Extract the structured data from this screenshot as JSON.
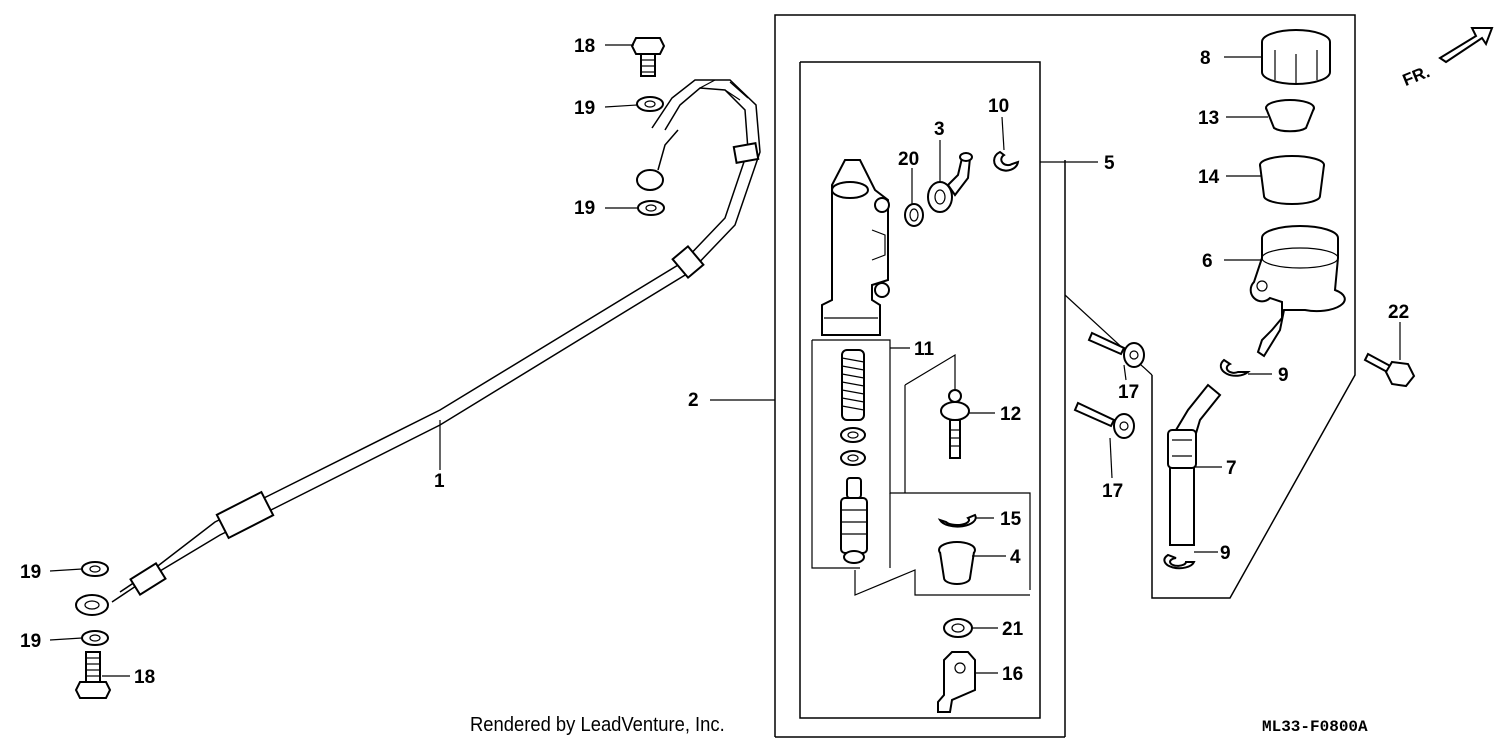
{
  "diagram": {
    "direction_label": "FR.",
    "footer": {
      "credit": "Rendered by LeadVenture, Inc.",
      "code": "ML33-F0800A"
    },
    "callouts": [
      {
        "id": "c18a",
        "text": "18"
      },
      {
        "id": "c19a",
        "text": "19"
      },
      {
        "id": "c19b",
        "text": "19"
      },
      {
        "id": "c1",
        "text": "1"
      },
      {
        "id": "c19c",
        "text": "19"
      },
      {
        "id": "c19d",
        "text": "19"
      },
      {
        "id": "c18b",
        "text": "18"
      },
      {
        "id": "c2",
        "text": "2"
      },
      {
        "id": "c20",
        "text": "20"
      },
      {
        "id": "c3",
        "text": "3"
      },
      {
        "id": "c10",
        "text": "10"
      },
      {
        "id": "c5",
        "text": "5"
      },
      {
        "id": "c11",
        "text": "11"
      },
      {
        "id": "c12",
        "text": "12"
      },
      {
        "id": "c15",
        "text": "15"
      },
      {
        "id": "c4",
        "text": "4"
      },
      {
        "id": "c21",
        "text": "21"
      },
      {
        "id": "c16",
        "text": "16"
      },
      {
        "id": "c8",
        "text": "8"
      },
      {
        "id": "c13",
        "text": "13"
      },
      {
        "id": "c14",
        "text": "14"
      },
      {
        "id": "c6",
        "text": "6"
      },
      {
        "id": "c9a",
        "text": "9"
      },
      {
        "id": "c17a",
        "text": "17"
      },
      {
        "id": "c17b",
        "text": "17"
      },
      {
        "id": "c7",
        "text": "7"
      },
      {
        "id": "c9b",
        "text": "9"
      },
      {
        "id": "c22",
        "text": "22"
      }
    ]
  }
}
